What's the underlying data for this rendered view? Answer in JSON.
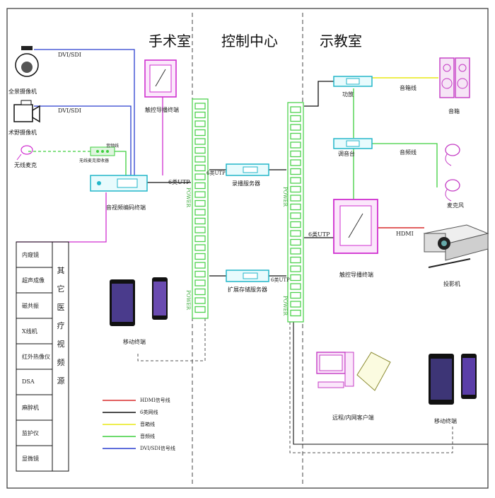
{
  "zones": {
    "surgery": "手术室",
    "control": "控制中心",
    "demo": "示教室"
  },
  "devices": {
    "dome_camera": "全景摄像机",
    "surgical_camera": "术野摄像机",
    "wireless_mic": "无线麦克",
    "wireless_receiver": "无线麦克接收器",
    "codec_terminal": "音视频编码终端",
    "touch_terminal_surgery": "触控导播终端",
    "recording_server": "录播服务器",
    "storage_server": "扩展存储服务器",
    "amplifier": "功放",
    "mixer": "调音台",
    "touch_terminal_demo": "触控导播终端",
    "speaker": "音箱",
    "microphone": "麦克风",
    "projector": "投影机",
    "mobile_surgery": "移动终端",
    "mobile_demo": "移动终端",
    "remote_client": "远程/内网客户端",
    "switch_label": "POWER"
  },
  "link_labels": {
    "dvi_sdi_1": "DVI/SDI",
    "dvi_sdi_2": "DVI/SDI",
    "audio_line_mic": "音频线",
    "utp_codec": "6类UTP",
    "utp_recording": "6类UTP",
    "utp_storage": "6类UTP",
    "utp_demo": "6类UTP",
    "speaker_line": "音箱线",
    "audio_line_demo": "音频线",
    "hdmi": "HDMI"
  },
  "other_sources": {
    "title": [
      "其",
      "它",
      "医",
      "疗",
      "视",
      "频",
      "源"
    ],
    "items": [
      "内窥镜",
      "超声成像",
      "磁共振",
      "X线机",
      "红外热像仪",
      "DSA",
      "麻醉机",
      "监护仪",
      "显微镜"
    ]
  },
  "legend": [
    {
      "label": "HDMI信号线",
      "color": "#d92b2b"
    },
    {
      "label": "6类网线",
      "color": "#111111"
    },
    {
      "label": "音箱线",
      "color": "#e8e817"
    },
    {
      "label": "音频线",
      "color": "#3ecf3e"
    },
    {
      "label": "DVI/SDI信号线",
      "color": "#2a3fcf"
    }
  ],
  "colors": {
    "hdmi": "#d92b2b",
    "utp": "#111111",
    "speaker": "#e8e817",
    "audio": "#3ecf3e",
    "dvi": "#2a3fcf",
    "magenta": "#d02fd0",
    "cyan": "#22b6c9",
    "switch": "#4fd24f"
  }
}
